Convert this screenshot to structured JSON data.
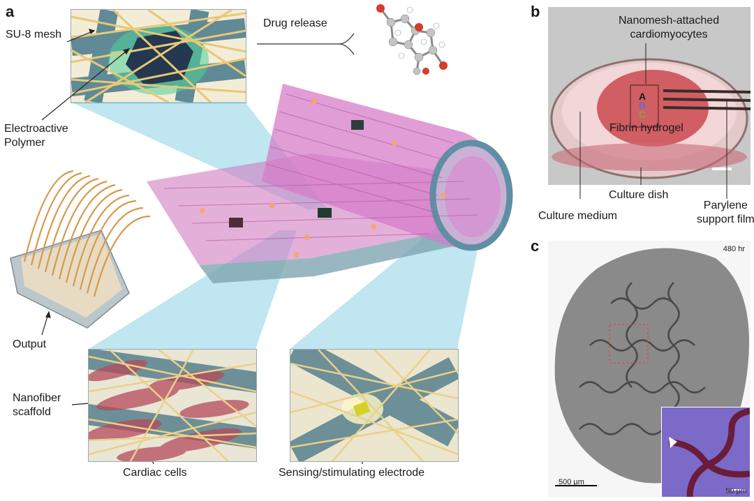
{
  "panel_a": {
    "letter": "a",
    "labels": {
      "su8_mesh": "SU-8 mesh",
      "electroactive": "Electroactive\nPolymer",
      "drug_release": "Drug release",
      "output": "Output",
      "nanofiber": "Nanofiber\nscaffold",
      "cardiac_cells": "Cardiac cells",
      "sensing_electrode": "Sensing/stimulating electrode"
    }
  },
  "panel_b": {
    "letter": "b",
    "labels": {
      "nanomesh": "Nanomesh-attached\ncardiomyocytes",
      "fibrin": "Fibrin hydrogel",
      "culture_dish": "Culture dish",
      "culture_medium": "Culture medium",
      "parylene": "Parylene\nsupport film",
      "electrode_a": "A",
      "electrode_b": "B",
      "electrode_c": "C"
    }
  },
  "panel_c": {
    "letter": "c",
    "time": "480 hr",
    "scale_main": "500 µm",
    "scale_inset": "50 µm"
  },
  "colors": {
    "accent_pink": "#d45a9a",
    "fiber_gold": "#e5c271",
    "ribbon_steel": "#6f8c96",
    "scaffold_cyan": "#7fd3e3",
    "cell_red": "#b5495a",
    "dish_pink": "#d98c8c",
    "inset_purple": "#7b6ac8"
  }
}
